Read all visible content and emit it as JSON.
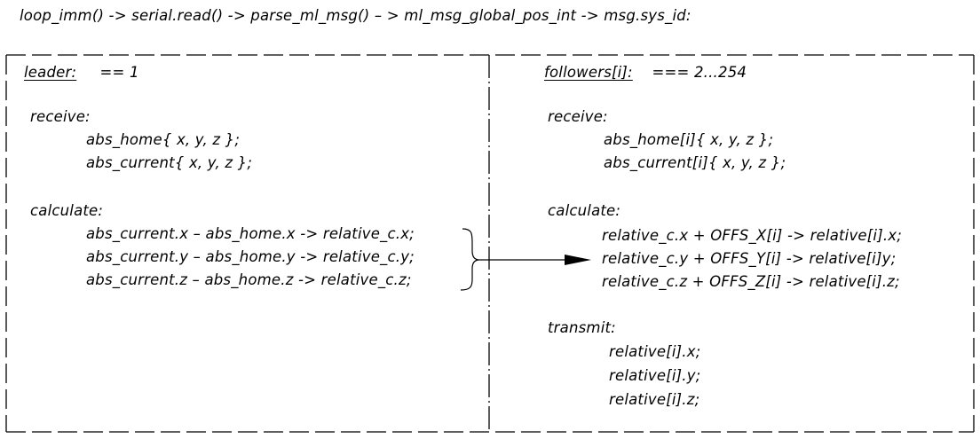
{
  "header": {
    "pipeline": "loop_imm() -> serial.read() -> parse_ml_msg() – > ml_msg_global_pos_int -> msg.sys_id:"
  },
  "leader": {
    "title": "leader:",
    "condition": " == 1",
    "receive_label": "receive:",
    "receive_lines": [
      "abs_home{ x, y, z };",
      "abs_current{ x, y, z };"
    ],
    "calculate_label": "calculate:",
    "calculate_lines": [
      "abs_current.x – abs_home.x -> relative_c.x;",
      "abs_current.y – abs_home.y -> relative_c.y;",
      "abs_current.z – abs_home.z -> relative_c.z;"
    ]
  },
  "followers": {
    "title": "followers[i]:",
    "condition": " === 2...254",
    "receive_label": "receive:",
    "receive_lines": [
      "abs_home[i]{ x, y, z };",
      "abs_current[i]{ x, y, z };"
    ],
    "calculate_label": "calculate:",
    "calculate_lines": [
      "relative_c.x + OFFS_X[i] -> relative[i].x;",
      "relative_c.y + OFFS_Y[i] -> relative[i]y;",
      "relative_c.z + OFFS_Z[i] -> relative[i].z;"
    ],
    "transmit_label": "transmit:",
    "transmit_lines": [
      "relative[i].x;",
      "relative[i].y;",
      "relative[i].z;"
    ]
  }
}
